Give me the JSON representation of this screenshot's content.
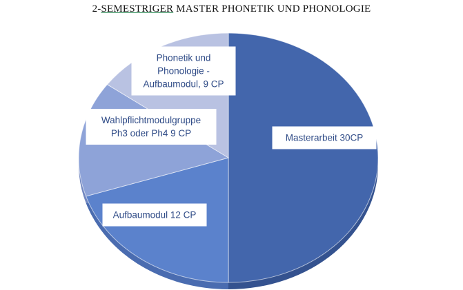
{
  "chart_data": {
    "type": "pie",
    "title_part1": "2-",
    "title_part2": "SEMESTRIGER",
    "title_part3": " MASTER PHONETIK UND PHONOLOGIE",
    "categories": [
      "Masterarbeit 30CP",
      "Aufbaumodul 12 CP",
      "Wahlpflichtmodulgruppe Ph3 oder Ph4 9 CP",
      "Phonetik und Phonologie - Aufbaumodul, 9 CP"
    ],
    "label_lines": [
      [
        "Masterarbeit 30CP"
      ],
      [
        "Aufbaumodul 12 CP"
      ],
      [
        "Wahlpflichtmodulgruppe",
        "Ph3 oder Ph4 9 CP"
      ],
      [
        "Phonetik und",
        "Phonologie -",
        "Aufbaumodul, 9 CP"
      ]
    ],
    "values": [
      30,
      12,
      9,
      9
    ],
    "colors": [
      "#4366ac",
      "#5b82cc",
      "#8ea3d8",
      "#b9c2e2"
    ],
    "side_colors": [
      "#34528f",
      "#4a6cb0",
      "#7287c0",
      "#9aa6cc"
    ]
  }
}
